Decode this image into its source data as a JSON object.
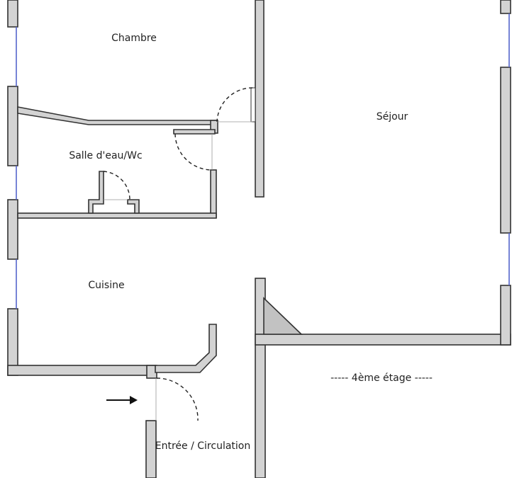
{
  "rooms": {
    "chambre": "Chambre",
    "sejour": "Séjour",
    "salle_eau": "Salle d'eau/Wc",
    "cuisine": "Cuisine",
    "entree": "Entrée / Circulation"
  },
  "floor_label": "----- 4ème étage -----",
  "colors": {
    "wall_fill": "#d3d3d3",
    "wall_stroke": "#333333",
    "window": "#5566cc",
    "background": "#ffffff"
  }
}
